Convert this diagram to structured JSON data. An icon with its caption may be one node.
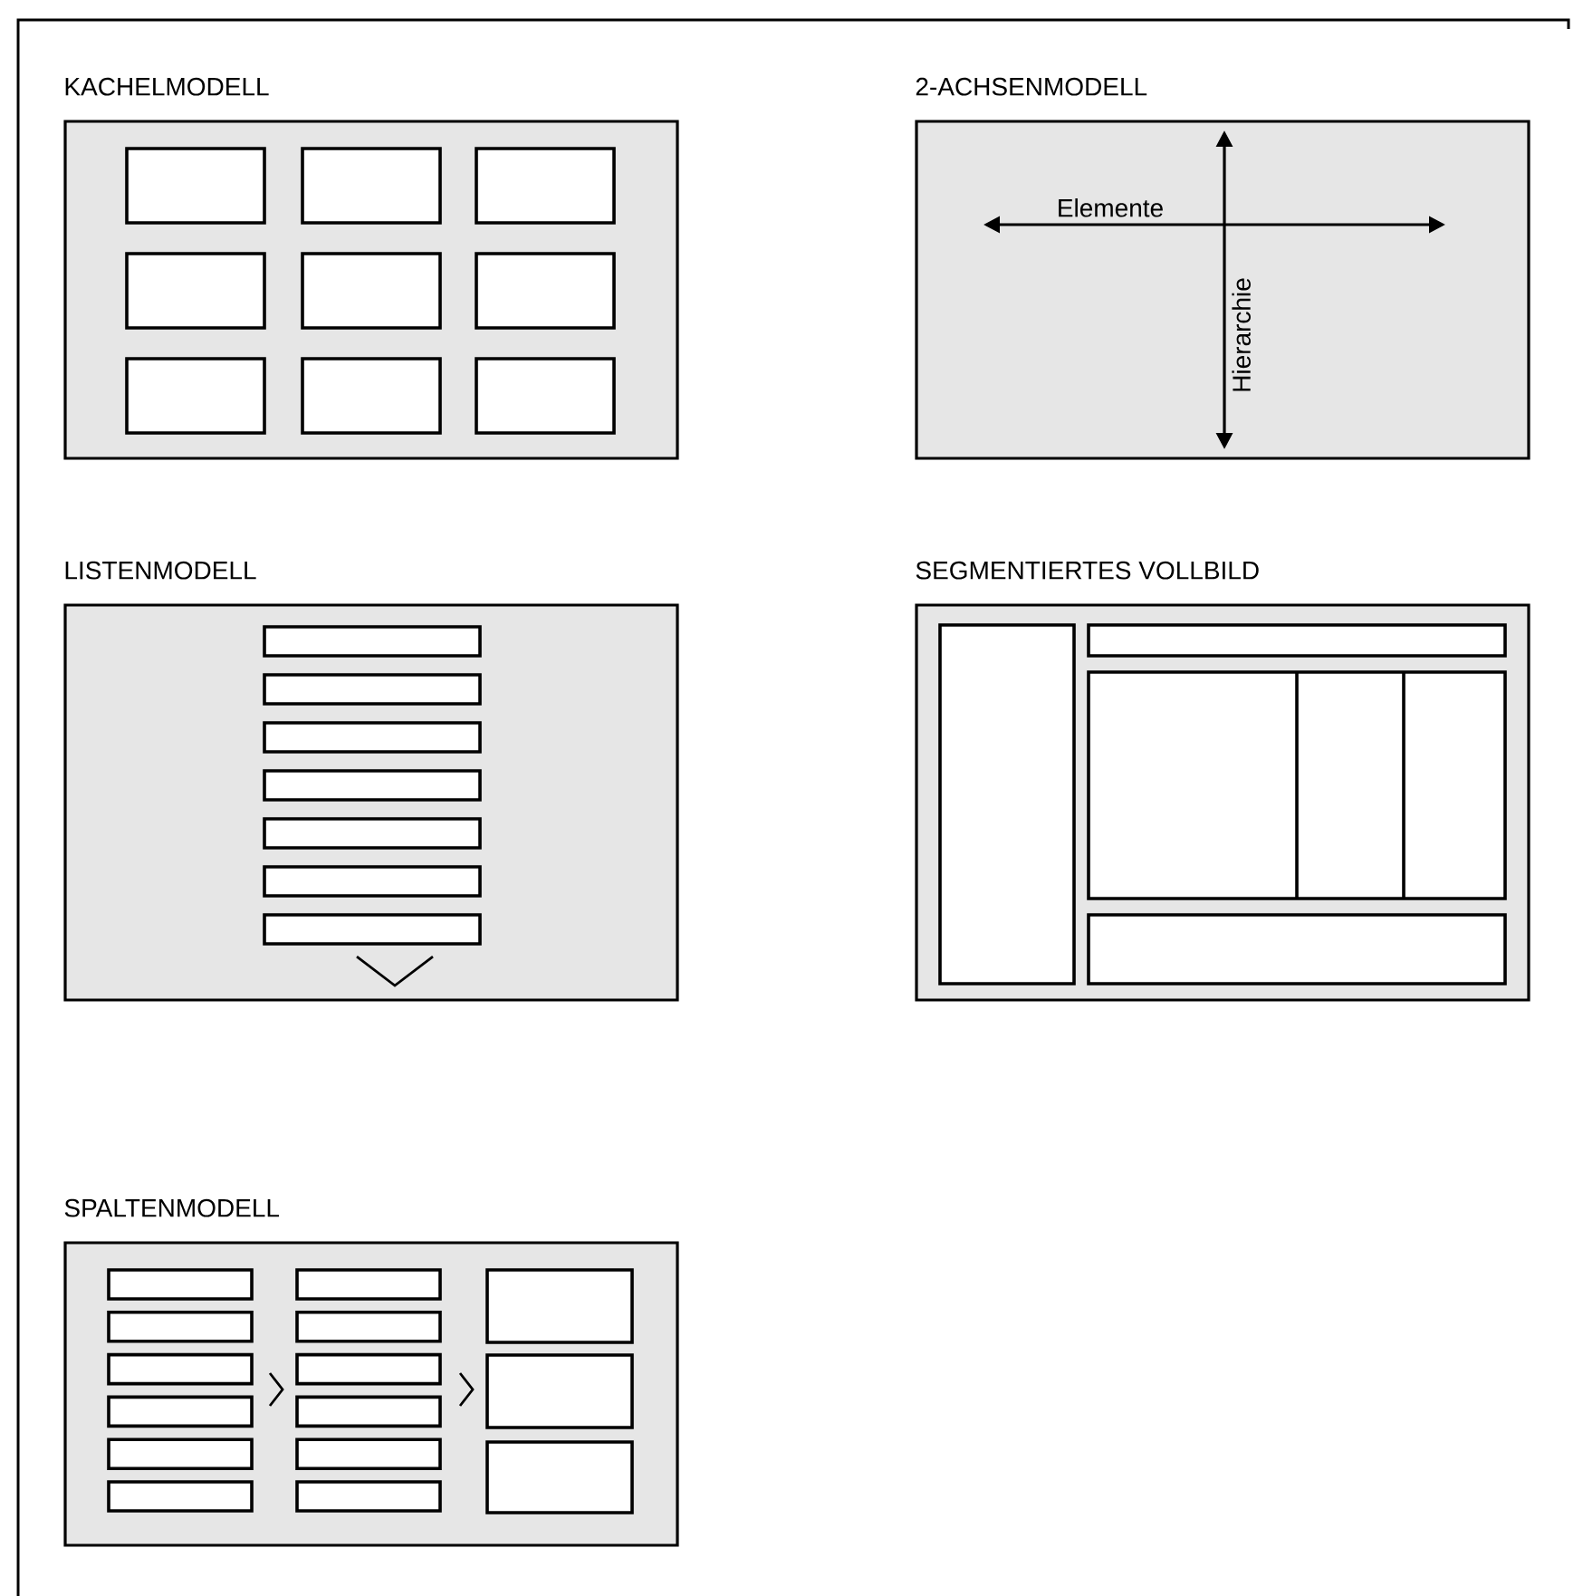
{
  "diagram": {
    "nodes": [
      {
        "text": [
          "KACHELMODELL"
        ]
      },
      {
        "text": [
          "2-ACHSENMODELL"
        ]
      },
      {
        "text": [
          "LISTENMODELL"
        ]
      },
      {
        "text": [
          "SEGMENTIERTES VOLLBILD"
        ]
      },
      {
        "text": [
          "SPALTENMODELL"
        ]
      }
    ],
    "labels": [
      "Elemente",
      "Hierarchie"
    ]
  }
}
